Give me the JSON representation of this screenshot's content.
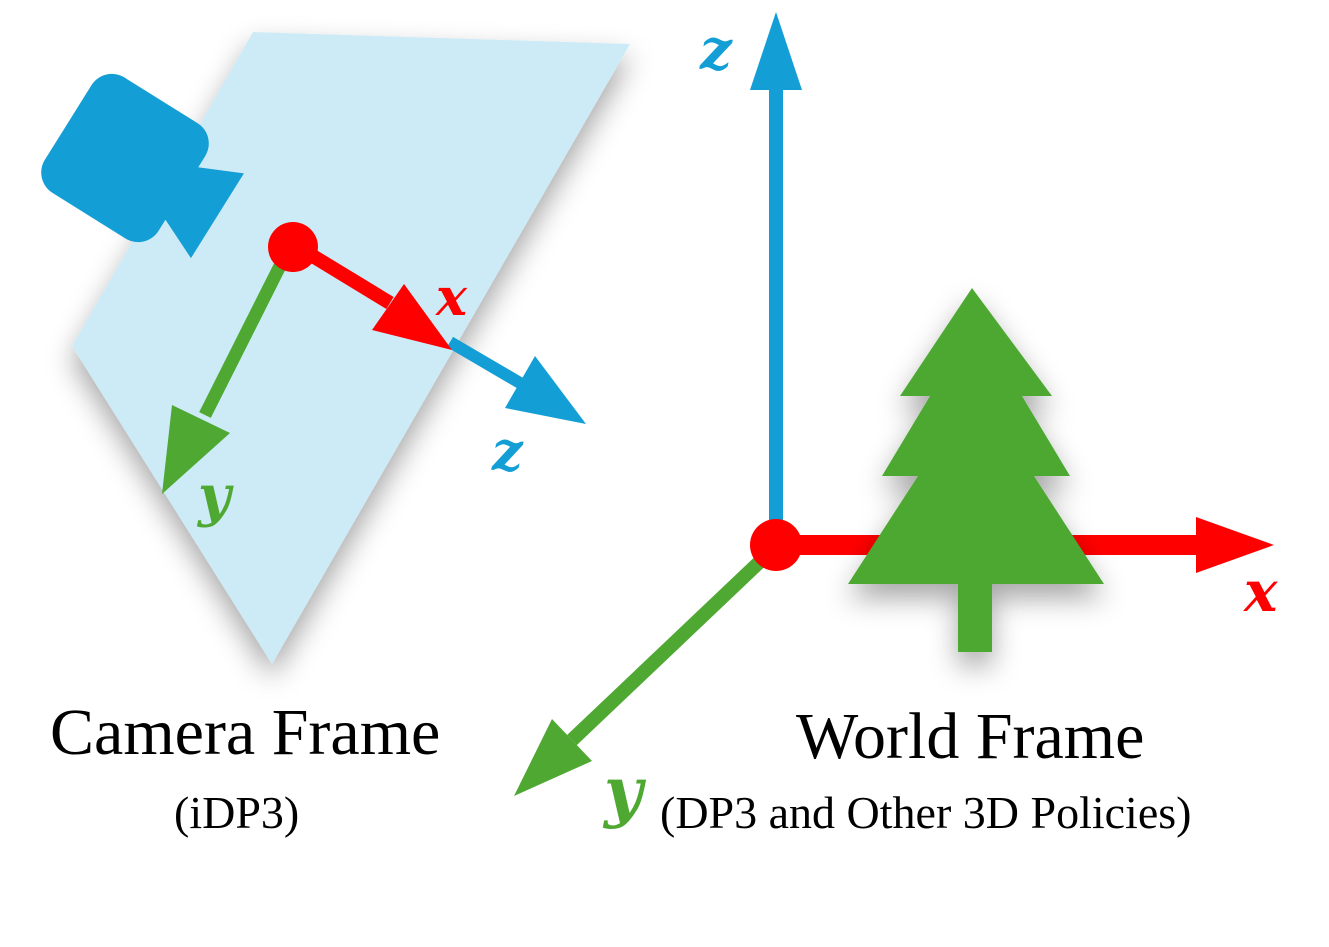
{
  "colors": {
    "x_axis": "#ff0000",
    "y_axis": "#4ea832",
    "z_axis": "#139ed6",
    "origin": "#ff0000",
    "camera_plane": "#cdebf7",
    "camera_body": "#139ed6",
    "tree": "#4ea832"
  },
  "icons": [
    "camera-icon",
    "tree-icon"
  ],
  "camera_frame": {
    "title": "Camera Frame",
    "subtitle": "(iDP3)",
    "axes": {
      "x": "x",
      "y": "y",
      "z": "z"
    }
  },
  "world_frame": {
    "title": "World Frame",
    "subtitle": "(DP3 and Other 3D Policies)",
    "axes": {
      "x": "x",
      "y": "y",
      "z": "z"
    }
  }
}
